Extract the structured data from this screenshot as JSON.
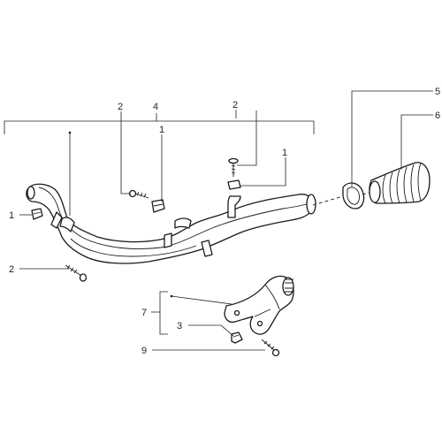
{
  "callouts": {
    "c1_left": "1",
    "c1_mid": "1",
    "c1_right": "1",
    "c2_left": "2",
    "c2_mid": "2",
    "c2_right": "2",
    "c3": "3",
    "c4": "4",
    "c5": "5",
    "c6": "6",
    "c7": "7",
    "c9": "9"
  }
}
